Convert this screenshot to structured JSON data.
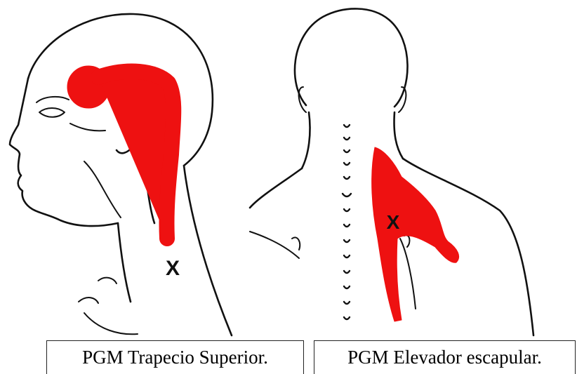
{
  "captions": {
    "left": "PGM Trapecio Superior.",
    "right": "PGM Elevador escapular."
  },
  "markers": {
    "trigger_point_symbol": "X"
  },
  "colors": {
    "pain_zone": "#ee1111",
    "line_art": "#111111",
    "background": "#ffffff"
  },
  "icons": {
    "left_figure": "head-side-profile",
    "right_figure": "head-neck-back-view"
  }
}
